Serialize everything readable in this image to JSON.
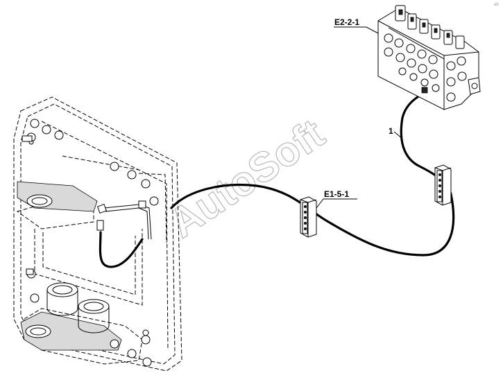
{
  "labels": {
    "valve": "E2-2-1",
    "clamp": "E1-5-1",
    "hose": "1"
  },
  "watermark": "AutoSoft",
  "corner_mark": "ab"
}
